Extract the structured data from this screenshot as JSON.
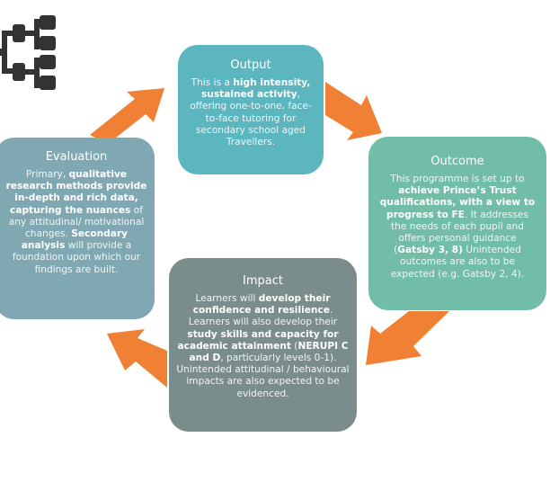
{
  "diagram": {
    "icon": "hierarchy-tree-icon",
    "accent_color": "#EF8034",
    "boxes": {
      "output": {
        "title": "Output",
        "color": "#5BB6C0",
        "segments": [
          {
            "text": "This is a ",
            "bold": false
          },
          {
            "text": "high intensity, sustained activity",
            "bold": true
          },
          {
            "text": ", offering  one-to-one, face-to-face tutoring for secondary school aged Travellers.",
            "bold": false
          }
        ]
      },
      "outcome": {
        "title": "Outcome",
        "color": "#72BDA7",
        "segments": [
          {
            "text": "This programme is set up to ",
            "bold": false
          },
          {
            "text": "achieve Prince’s Trust qualifications, with a view to progress to FE",
            "bold": true
          },
          {
            "text": ". It addresses the needs of each pupil and offers personal guidance (",
            "bold": false
          },
          {
            "text": "Gatsby 3, 8)",
            "bold": true
          },
          {
            "text": " Unintended outcomes are also to be expected (e.g. Gatsby 2, 4).",
            "bold": false
          }
        ]
      },
      "impact": {
        "title": "Impact",
        "color": "#7A8C8C",
        "segments": [
          {
            "text": "Learners will ",
            "bold": false
          },
          {
            "text": "develop their confidence and resilience",
            "bold": true
          },
          {
            "text": ". Learners will also develop their ",
            "bold": false
          },
          {
            "text": "study skills and capacity for academic attainment",
            "bold": true
          },
          {
            "text": " (",
            "bold": false
          },
          {
            "text": "NERUPI C and D",
            "bold": true
          },
          {
            "text": ", particularly levels 0-1). Unintended attitudinal / behavioural impacts are also expected to be evidenced.",
            "bold": false
          }
        ]
      },
      "evaluation": {
        "title": "Evaluation",
        "color": "#80A8B3",
        "segments": [
          {
            "text": "Primary, ",
            "bold": false
          },
          {
            "text": "qualitative research methods provide in-depth and rich data, capturing the nuances",
            "bold": true
          },
          {
            "text": " of any attitudinal/ motivational changes. ",
            "bold": false
          },
          {
            "text": "Secondary analysis",
            "bold": true
          },
          {
            "text": " will provide a foundation upon which our findings are built.",
            "bold": false
          }
        ]
      }
    },
    "arrows": [
      {
        "from": "evaluation",
        "to": "output"
      },
      {
        "from": "output",
        "to": "outcome"
      },
      {
        "from": "outcome",
        "to": "impact"
      },
      {
        "from": "impact",
        "to": "evaluation"
      }
    ]
  }
}
